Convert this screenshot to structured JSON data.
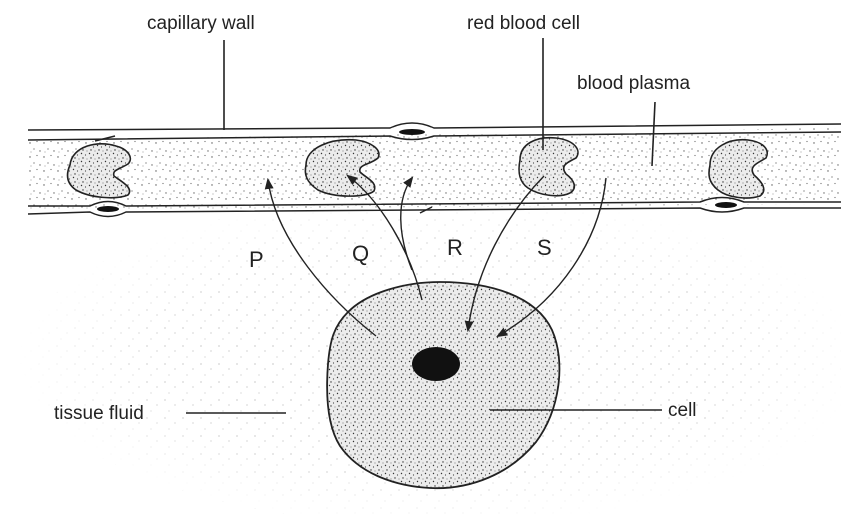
{
  "labels": {
    "capillary_wall": "capillary wall",
    "red_blood_cell": "red blood cell",
    "blood_plasma": "blood plasma",
    "tissue_fluid": "tissue fluid",
    "cell": "cell"
  },
  "pathways": [
    "P",
    "Q",
    "R",
    "S"
  ]
}
